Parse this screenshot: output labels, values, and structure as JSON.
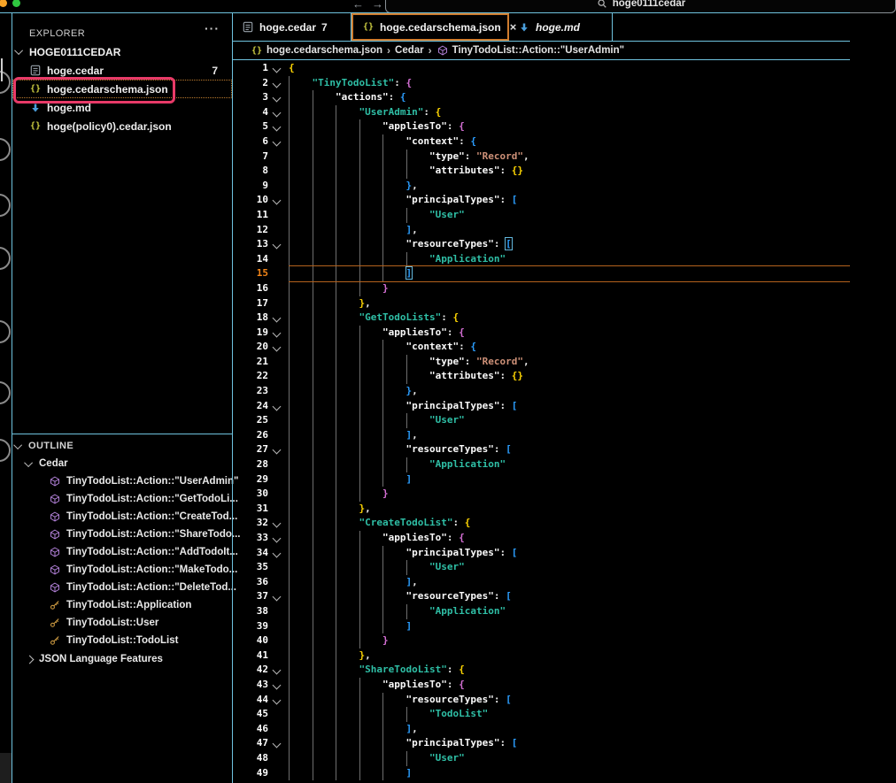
{
  "colors": {
    "border_blue": "#6fc3df",
    "focus_orange": "#f38518",
    "active_tab_border": "#cf7c2e",
    "annotation_pink": "#e83a68",
    "traffic_yellow": "#f8a427",
    "traffic_green": "#2fc840",
    "token_name_teal": "#2fbfa6",
    "token_string_salmon": "#ce9178",
    "bracket_yellow": "#ffd602",
    "bracket_magenta": "#d670d6",
    "bracket_blue": "#2b9eff"
  },
  "title_bar": {
    "back_label": "←",
    "forward_label": "→",
    "search": {
      "icon": "search-icon",
      "text": "hoge0111cedar"
    }
  },
  "explorer": {
    "title": "EXPLORER",
    "more_label": "···",
    "root_folder": "HOGE0111CEDAR",
    "files": [
      {
        "name": "hoge.cedar",
        "icon": "cedar-file-icon",
        "badge": "7",
        "selected": false,
        "annotated": false
      },
      {
        "name": "hoge.cedarschema.json",
        "icon": "json-icon",
        "badge": "",
        "selected": true,
        "annotated": true
      },
      {
        "name": "hoge.md",
        "icon": "markdown-icon",
        "badge": "",
        "selected": false,
        "annotated": false
      },
      {
        "name": "hoge(policy0).cedar.json",
        "icon": "json-icon",
        "badge": "",
        "selected": false,
        "annotated": false
      }
    ]
  },
  "outline": {
    "title": "OUTLINE",
    "groups": [
      {
        "label": "Cedar",
        "expanded": true,
        "items": [
          {
            "icon": "cube-icon",
            "label": "TinyTodoList::Action::\"UserAdmin\""
          },
          {
            "icon": "cube-icon",
            "label": "TinyTodoList::Action::\"GetTodoLi..."
          },
          {
            "icon": "cube-icon",
            "label": "TinyTodoList::Action::\"CreateTod..."
          },
          {
            "icon": "cube-icon",
            "label": "TinyTodoList::Action::\"ShareTodo..."
          },
          {
            "icon": "cube-icon",
            "label": "TinyTodoList::Action::\"AddTodoIt..."
          },
          {
            "icon": "cube-icon",
            "label": "TinyTodoList::Action::\"MakeTodo..."
          },
          {
            "icon": "cube-icon",
            "label": "TinyTodoList::Action::\"DeleteTod..."
          },
          {
            "icon": "key-icon",
            "label": "TinyTodoList::Application"
          },
          {
            "icon": "key-icon",
            "label": "TinyTodoList::User"
          },
          {
            "icon": "key-icon",
            "label": "TinyTodoList::TodoList"
          }
        ]
      },
      {
        "label": "JSON Language Features",
        "expanded": false,
        "items": []
      }
    ]
  },
  "tabs": [
    {
      "label": "hoge.cedar",
      "icon": "cedar-file-icon",
      "badge": "7",
      "close_label": "",
      "active": false,
      "preview": false
    },
    {
      "label": "hoge.cedarschema.json",
      "icon": "json-icon",
      "badge": "",
      "close_label": "×",
      "active": true,
      "preview": false
    },
    {
      "label": "hoge.md",
      "icon": "markdown-icon",
      "badge": "",
      "close_label": "",
      "active": false,
      "preview": true
    }
  ],
  "breadcrumb": {
    "separator": "›",
    "items": [
      {
        "icon": "json-icon",
        "label": "hoge.cedarschema.json"
      },
      {
        "icon": "",
        "label": "Cedar"
      },
      {
        "icon": "cube-icon",
        "label": "TinyTodoList::Action::\"UserAdmin\""
      }
    ]
  },
  "editor": {
    "current_line": 15,
    "lines": [
      {
        "n": 1,
        "f": 1,
        "i": 0,
        "t": [
          [
            "{",
            "y"
          ]
        ]
      },
      {
        "n": 2,
        "f": 1,
        "i": 4,
        "t": [
          [
            "\"TinyTodoList\"",
            "n"
          ],
          [
            ": ",
            "w"
          ],
          [
            "{",
            "m"
          ]
        ]
      },
      {
        "n": 3,
        "f": 1,
        "i": 8,
        "t": [
          [
            "\"actions\"",
            "k"
          ],
          [
            ": ",
            "w"
          ],
          [
            "{",
            "b"
          ]
        ]
      },
      {
        "n": 4,
        "f": 1,
        "i": 12,
        "t": [
          [
            "\"UserAdmin\"",
            "n"
          ],
          [
            ": ",
            "w"
          ],
          [
            "{",
            "y"
          ]
        ]
      },
      {
        "n": 5,
        "f": 1,
        "i": 16,
        "t": [
          [
            "\"appliesTo\"",
            "k"
          ],
          [
            ": ",
            "w"
          ],
          [
            "{",
            "m"
          ]
        ]
      },
      {
        "n": 6,
        "f": 1,
        "i": 20,
        "t": [
          [
            "\"context\"",
            "k"
          ],
          [
            ": ",
            "w"
          ],
          [
            "{",
            "b"
          ]
        ]
      },
      {
        "n": 7,
        "f": 0,
        "i": 24,
        "t": [
          [
            "\"type\"",
            "k"
          ],
          [
            ": ",
            "w"
          ],
          [
            "\"Record\"",
            "s"
          ],
          [
            ",",
            "w"
          ]
        ]
      },
      {
        "n": 8,
        "f": 0,
        "i": 24,
        "t": [
          [
            "\"attributes\"",
            "k"
          ],
          [
            ": ",
            "w"
          ],
          [
            "{}",
            "y"
          ]
        ]
      },
      {
        "n": 9,
        "f": 0,
        "i": 20,
        "t": [
          [
            "}",
            "b"
          ],
          [
            ",",
            "w"
          ]
        ]
      },
      {
        "n": 10,
        "f": 1,
        "i": 20,
        "t": [
          [
            "\"principalTypes\"",
            "k"
          ],
          [
            ": ",
            "w"
          ],
          [
            "[",
            "b"
          ]
        ]
      },
      {
        "n": 11,
        "f": 0,
        "i": 24,
        "t": [
          [
            "\"User\"",
            "n"
          ]
        ]
      },
      {
        "n": 12,
        "f": 0,
        "i": 20,
        "t": [
          [
            "]",
            "b"
          ],
          [
            ",",
            "w"
          ]
        ]
      },
      {
        "n": 13,
        "f": 1,
        "i": 20,
        "t": [
          [
            "\"resourceTypes\"",
            "k"
          ],
          [
            ": ",
            "w"
          ],
          [
            "[",
            "bx"
          ]
        ]
      },
      {
        "n": 14,
        "f": 0,
        "i": 24,
        "t": [
          [
            "\"Application\"",
            "n"
          ]
        ]
      },
      {
        "n": 15,
        "f": 0,
        "i": 20,
        "t": [
          [
            "]",
            "bx"
          ]
        ]
      },
      {
        "n": 16,
        "f": 0,
        "i": 16,
        "t": [
          [
            "}",
            "m"
          ]
        ]
      },
      {
        "n": 17,
        "f": 0,
        "i": 12,
        "t": [
          [
            "}",
            "y"
          ],
          [
            ",",
            "w"
          ]
        ]
      },
      {
        "n": 18,
        "f": 1,
        "i": 12,
        "t": [
          [
            "\"GetTodoLists\"",
            "n"
          ],
          [
            ": ",
            "w"
          ],
          [
            "{",
            "y"
          ]
        ]
      },
      {
        "n": 19,
        "f": 1,
        "i": 16,
        "t": [
          [
            "\"appliesTo\"",
            "k"
          ],
          [
            ": ",
            "w"
          ],
          [
            "{",
            "m"
          ]
        ]
      },
      {
        "n": 20,
        "f": 1,
        "i": 20,
        "t": [
          [
            "\"context\"",
            "k"
          ],
          [
            ": ",
            "w"
          ],
          [
            "{",
            "b"
          ]
        ]
      },
      {
        "n": 21,
        "f": 0,
        "i": 24,
        "t": [
          [
            "\"type\"",
            "k"
          ],
          [
            ": ",
            "w"
          ],
          [
            "\"Record\"",
            "s"
          ],
          [
            ",",
            "w"
          ]
        ]
      },
      {
        "n": 22,
        "f": 0,
        "i": 24,
        "t": [
          [
            "\"attributes\"",
            "k"
          ],
          [
            ": ",
            "w"
          ],
          [
            "{}",
            "y"
          ]
        ]
      },
      {
        "n": 23,
        "f": 0,
        "i": 20,
        "t": [
          [
            "}",
            "b"
          ],
          [
            ",",
            "w"
          ]
        ]
      },
      {
        "n": 24,
        "f": 1,
        "i": 20,
        "t": [
          [
            "\"principalTypes\"",
            "k"
          ],
          [
            ": ",
            "w"
          ],
          [
            "[",
            "b"
          ]
        ]
      },
      {
        "n": 25,
        "f": 0,
        "i": 24,
        "t": [
          [
            "\"User\"",
            "n"
          ]
        ]
      },
      {
        "n": 26,
        "f": 0,
        "i": 20,
        "t": [
          [
            "]",
            "b"
          ],
          [
            ",",
            "w"
          ]
        ]
      },
      {
        "n": 27,
        "f": 1,
        "i": 20,
        "t": [
          [
            "\"resourceTypes\"",
            "k"
          ],
          [
            ": ",
            "w"
          ],
          [
            "[",
            "b"
          ]
        ]
      },
      {
        "n": 28,
        "f": 0,
        "i": 24,
        "t": [
          [
            "\"Application\"",
            "n"
          ]
        ]
      },
      {
        "n": 29,
        "f": 0,
        "i": 20,
        "t": [
          [
            "]",
            "b"
          ]
        ]
      },
      {
        "n": 30,
        "f": 0,
        "i": 16,
        "t": [
          [
            "}",
            "m"
          ]
        ]
      },
      {
        "n": 31,
        "f": 0,
        "i": 12,
        "t": [
          [
            "}",
            "y"
          ],
          [
            ",",
            "w"
          ]
        ]
      },
      {
        "n": 32,
        "f": 1,
        "i": 12,
        "t": [
          [
            "\"CreateTodoList\"",
            "n"
          ],
          [
            ": ",
            "w"
          ],
          [
            "{",
            "y"
          ]
        ]
      },
      {
        "n": 33,
        "f": 1,
        "i": 16,
        "t": [
          [
            "\"appliesTo\"",
            "k"
          ],
          [
            ": ",
            "w"
          ],
          [
            "{",
            "m"
          ]
        ]
      },
      {
        "n": 34,
        "f": 1,
        "i": 20,
        "t": [
          [
            "\"principalTypes\"",
            "k"
          ],
          [
            ": ",
            "w"
          ],
          [
            "[",
            "b"
          ]
        ]
      },
      {
        "n": 35,
        "f": 0,
        "i": 24,
        "t": [
          [
            "\"User\"",
            "n"
          ]
        ]
      },
      {
        "n": 36,
        "f": 0,
        "i": 20,
        "t": [
          [
            "]",
            "b"
          ],
          [
            ",",
            "w"
          ]
        ]
      },
      {
        "n": 37,
        "f": 1,
        "i": 20,
        "t": [
          [
            "\"resourceTypes\"",
            "k"
          ],
          [
            ": ",
            "w"
          ],
          [
            "[",
            "b"
          ]
        ]
      },
      {
        "n": 38,
        "f": 0,
        "i": 24,
        "t": [
          [
            "\"Application\"",
            "n"
          ]
        ]
      },
      {
        "n": 39,
        "f": 0,
        "i": 20,
        "t": [
          [
            "]",
            "b"
          ]
        ]
      },
      {
        "n": 40,
        "f": 0,
        "i": 16,
        "t": [
          [
            "}",
            "m"
          ]
        ]
      },
      {
        "n": 41,
        "f": 0,
        "i": 12,
        "t": [
          [
            "}",
            "y"
          ],
          [
            ",",
            "w"
          ]
        ]
      },
      {
        "n": 42,
        "f": 1,
        "i": 12,
        "t": [
          [
            "\"ShareTodoList\"",
            "n"
          ],
          [
            ": ",
            "w"
          ],
          [
            "{",
            "y"
          ]
        ]
      },
      {
        "n": 43,
        "f": 1,
        "i": 16,
        "t": [
          [
            "\"appliesTo\"",
            "k"
          ],
          [
            ": ",
            "w"
          ],
          [
            "{",
            "m"
          ]
        ]
      },
      {
        "n": 44,
        "f": 1,
        "i": 20,
        "t": [
          [
            "\"resourceTypes\"",
            "k"
          ],
          [
            ": ",
            "w"
          ],
          [
            "[",
            "b"
          ]
        ]
      },
      {
        "n": 45,
        "f": 0,
        "i": 24,
        "t": [
          [
            "\"TodoList\"",
            "n"
          ]
        ]
      },
      {
        "n": 46,
        "f": 0,
        "i": 20,
        "t": [
          [
            "]",
            "b"
          ],
          [
            ",",
            "w"
          ]
        ]
      },
      {
        "n": 47,
        "f": 1,
        "i": 20,
        "t": [
          [
            "\"principalTypes\"",
            "k"
          ],
          [
            ": ",
            "w"
          ],
          [
            "[",
            "b"
          ]
        ]
      },
      {
        "n": 48,
        "f": 0,
        "i": 24,
        "t": [
          [
            "\"User\"",
            "n"
          ]
        ]
      },
      {
        "n": 49,
        "f": 0,
        "i": 20,
        "t": [
          [
            "]",
            "b"
          ]
        ]
      }
    ]
  }
}
